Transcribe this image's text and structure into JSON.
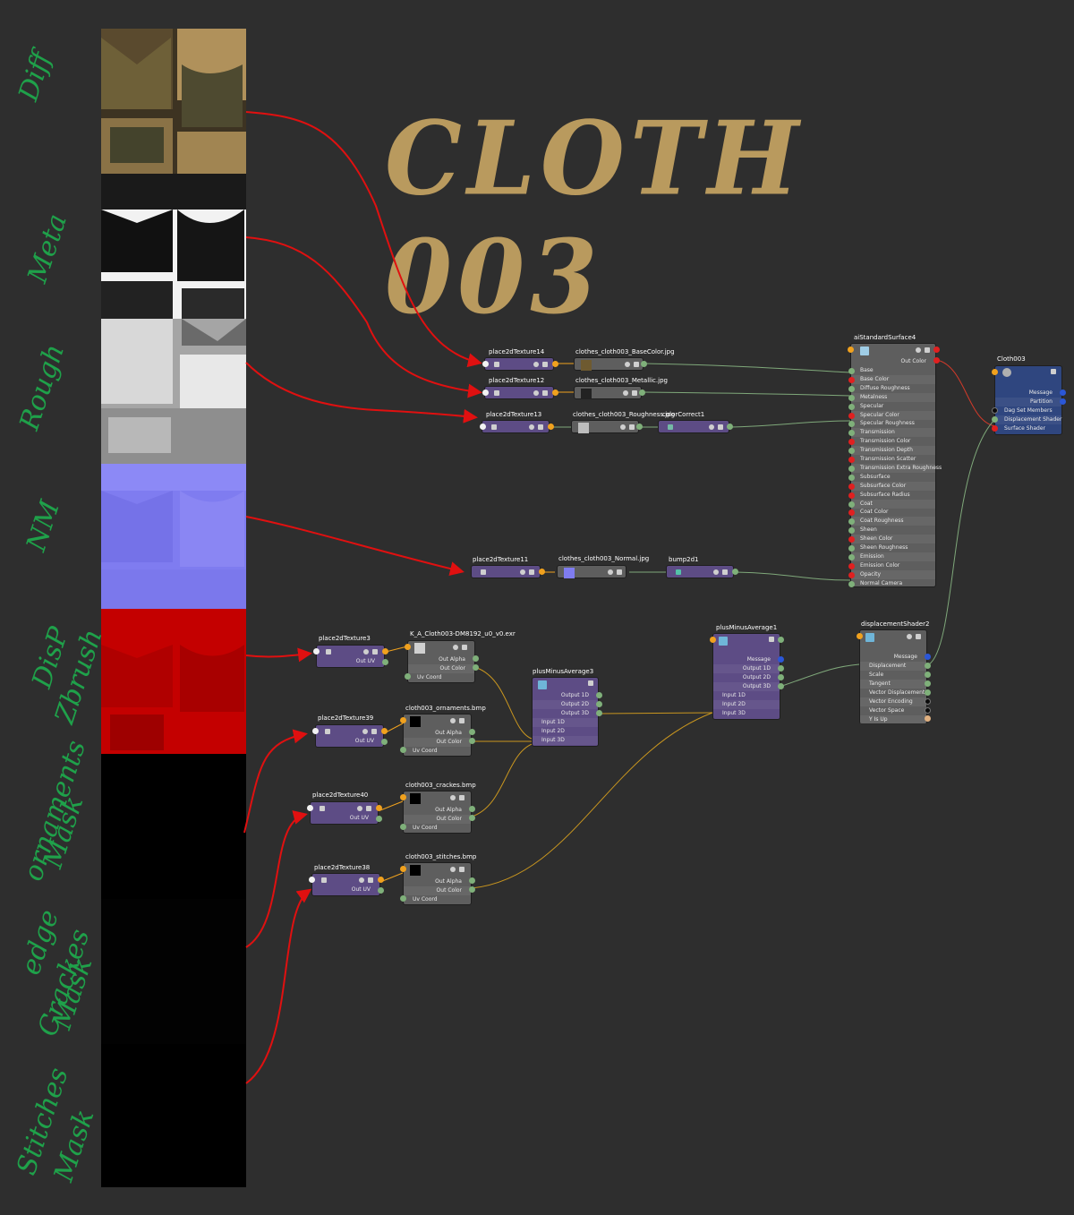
{
  "title": "CLOTH 003",
  "hand_labels": [
    "Diff",
    "Meta",
    "Rough",
    "NM",
    "DisP",
    "Zbrush",
    "ornaments",
    "Mask",
    "edge",
    "Crackes",
    "Mask",
    "Stitches",
    "Mask"
  ],
  "nodes": {
    "place2dTexture14": "place2dTexture14",
    "place2dTexture12": "place2dTexture12",
    "place2dTexture13": "place2dTexture13",
    "place2dTexture11": "place2dTexture11",
    "place2dTexture3": "place2dTexture3",
    "place2dTexture39": "place2dTexture39",
    "place2dTexture40": "place2dTexture40",
    "place2dTexture38": "place2dTexture38",
    "file_basecolor": "clothes_cloth003_BaseColor.jpg",
    "file_metallic": "clothes_cloth003_Metallic.jpg",
    "file_roughness": "clothes_cloth003_Roughness.jpg",
    "color_correct": "colorCorrect1",
    "file_normal": "clothes_cloth003_Normal.jpg",
    "bump": "bump2d1",
    "file_disp": "K_A_Cloth003-DM8192_u0_v0.exr",
    "file_ornaments": "cloth003_ornaments.bmp",
    "file_crackes": "cloth003_crackes.bmp",
    "file_stitches": "cloth003_stitches.bmp",
    "plus3": "plusMinusAverage3",
    "plus1": "plusMinusAverage1",
    "disp_shader": "displacementShader2",
    "ai_surface": "aiStandardSurface4",
    "sg": "Cloth003"
  },
  "port_labels": {
    "out_uv": "Out UV",
    "out_alpha": "Out Alpha",
    "out_color": "Out Color",
    "uv_coord": "Uv Coord",
    "output_1d": "Output 1D",
    "output_2d": "Output 2D",
    "output_3d": "Output 3D",
    "input_1d": "Input 1D",
    "input_2d": "Input 2D",
    "input_3d": "Input 3D",
    "message": "Message"
  },
  "ai_ports": [
    "Base",
    "Base Color",
    "Diffuse Roughness",
    "Metalness",
    "Specular",
    "Specular Color",
    "Specular Roughness",
    "Transmission",
    "Transmission Color",
    "Transmission Depth",
    "Transmission Scatter",
    "Transmission Extra Roughness",
    "Subsurface",
    "Subsurface Color",
    "Subsurface Radius",
    "Coat",
    "Coat Color",
    "Coat Roughness",
    "Sheen",
    "Sheen Color",
    "Sheen Roughness",
    "Emission",
    "Emission Color",
    "Opacity",
    "Normal Camera"
  ],
  "disp_ports": [
    "Message",
    "Displacement",
    "Scale",
    "Tangent",
    "Vector Displacement",
    "Vector Encoding",
    "Vector Space",
    "Y Is Up"
  ],
  "sg_ports": [
    "Message",
    "Partition",
    "Dag Set Members",
    "Displacement Shader",
    "Surface Shader"
  ],
  "colors": {
    "background": "#2e2e2e",
    "handwriting": "#1fa14a",
    "title": "#b99a5e",
    "arrow": "#e01010",
    "connection_color": "#7fa87a",
    "connection_scalar": "#c9961f",
    "node_utility": "#5d4c85",
    "node_file": "#5e5e5e",
    "node_sg": "#2f467f"
  },
  "icons": [
    "place2d-icon",
    "texture-thumb",
    "gear-icon",
    "swatch-icon"
  ]
}
